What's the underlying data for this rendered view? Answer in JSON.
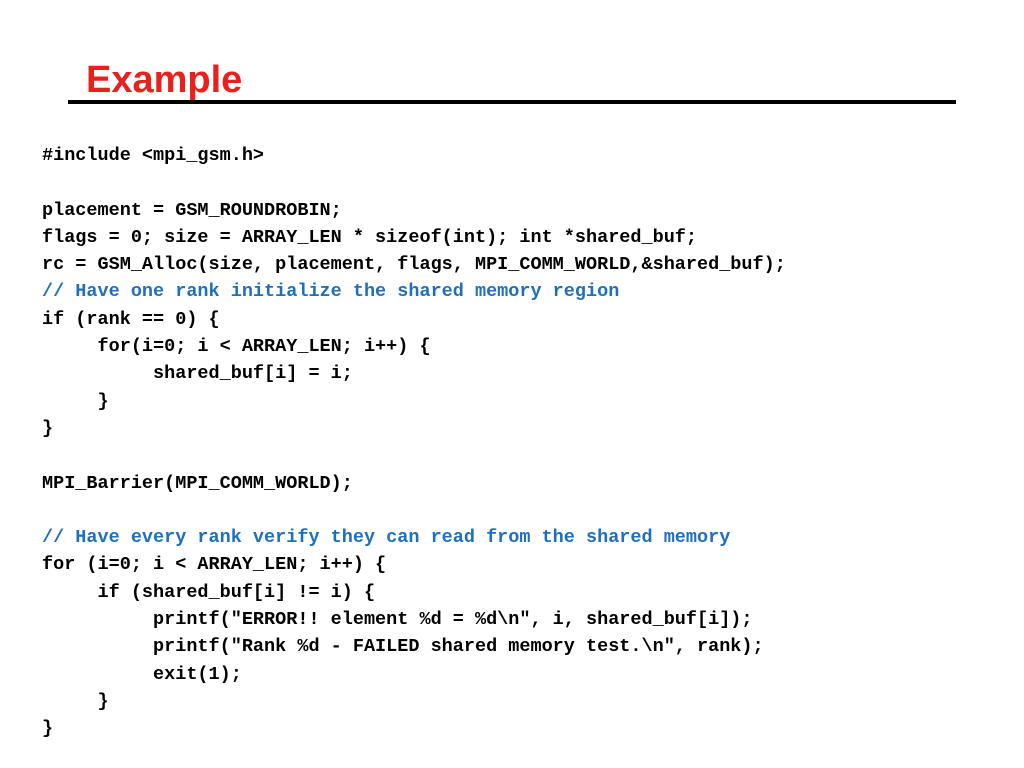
{
  "slide": {
    "title": "Example"
  },
  "colors": {
    "title": "#e8211c",
    "code": "#000000",
    "comment": "#1f6fbf",
    "rule": "#000000"
  },
  "code": {
    "lines": [
      {
        "text": "#include <mpi_gsm.h>",
        "type": "code"
      },
      {
        "text": "",
        "type": "blank"
      },
      {
        "text": "placement = GSM_ROUNDROBIN;",
        "type": "code"
      },
      {
        "text": "flags = 0; size = ARRAY_LEN * sizeof(int); int *shared_buf;",
        "type": "code"
      },
      {
        "text": "rc = GSM_Alloc(size, placement, flags, MPI_COMM_WORLD,&shared_buf);",
        "type": "code"
      },
      {
        "text": "// Have one rank initialize the shared memory region",
        "type": "comment"
      },
      {
        "text": "if (rank == 0) {",
        "type": "code"
      },
      {
        "text": "     for(i=0; i < ARRAY_LEN; i++) {",
        "type": "code"
      },
      {
        "text": "          shared_buf[i] = i;",
        "type": "code"
      },
      {
        "text": "     }",
        "type": "code"
      },
      {
        "text": "}",
        "type": "code"
      },
      {
        "text": "",
        "type": "blank"
      },
      {
        "text": "MPI_Barrier(MPI_COMM_WORLD);",
        "type": "code"
      },
      {
        "text": "",
        "type": "blank"
      },
      {
        "text": "// Have every rank verify they can read from the shared memory",
        "type": "comment"
      },
      {
        "text": "for (i=0; i < ARRAY_LEN; i++) {",
        "type": "code"
      },
      {
        "text": "     if (shared_buf[i] != i) {",
        "type": "code"
      },
      {
        "text": "          printf(\"ERROR!! element %d = %d\\n\", i, shared_buf[i]);",
        "type": "code"
      },
      {
        "text": "          printf(\"Rank %d - FAILED shared memory test.\\n\", rank);",
        "type": "code"
      },
      {
        "text": "          exit(1);",
        "type": "code"
      },
      {
        "text": "     }",
        "type": "code"
      },
      {
        "text": "}",
        "type": "code"
      }
    ]
  }
}
